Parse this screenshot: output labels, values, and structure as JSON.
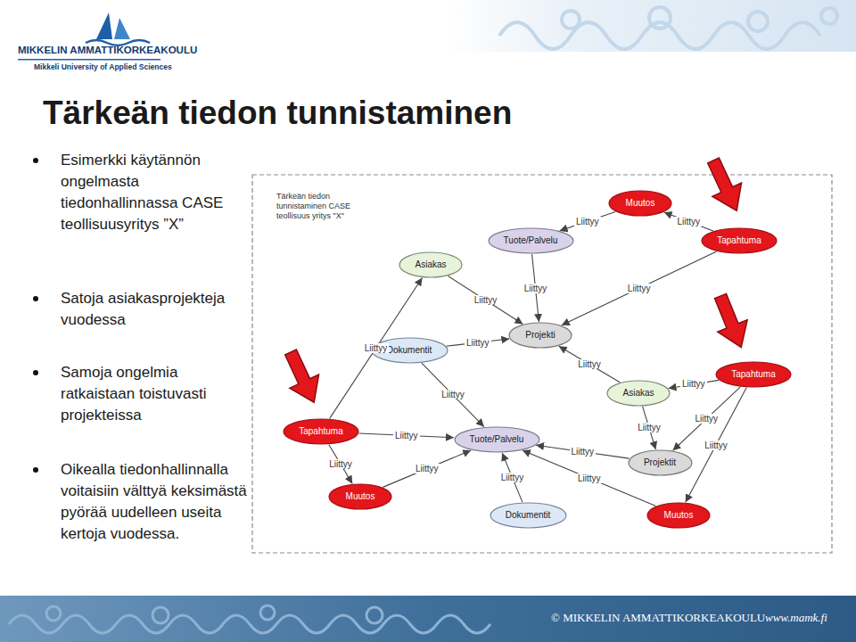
{
  "diagram": {
    "title": "Tärkeän tiedon tunnistaminen",
    "nodes": [
      {
        "text": [
          "Muutos"
        ]
      },
      {
        "text": [
          "Tapahtuma"
        ]
      },
      {
        "text": [
          "Tuote/Palvelu"
        ]
      },
      {
        "text": [
          "Asiakas"
        ]
      },
      {
        "text": [
          "Projekti"
        ]
      },
      {
        "text": [
          "Dokumentit"
        ]
      },
      {
        "text": [
          "Tapahtuma"
        ]
      },
      {
        "text": [
          "Asiakas"
        ]
      },
      {
        "text": [
          "Tapahtuma"
        ]
      },
      {
        "text": [
          "Tuote/Palvelu"
        ]
      },
      {
        "text": [
          "Projektit"
        ]
      },
      {
        "text": [
          "Muutos"
        ]
      },
      {
        "text": [
          "Dokumentit"
        ]
      },
      {
        "text": [
          "Muutos"
        ]
      }
    ],
    "edges": [
      {
        "from": 0,
        "to": 2,
        "label": "Liittyy",
        "arrow": "to"
      },
      {
        "from": 1,
        "to": 0,
        "label": "Liittyy",
        "arrow": "to"
      },
      {
        "from": 2,
        "to": 4,
        "label": "Liittyy",
        "arrow": "to"
      },
      {
        "from": 3,
        "to": 4,
        "label": "Liittyy",
        "arrow": "to"
      },
      {
        "from": 1,
        "to": 4,
        "label": "Liittyy",
        "arrow": "to"
      },
      {
        "from": 5,
        "to": 4,
        "label": "Liittyy",
        "arrow": "to"
      },
      {
        "from": 8,
        "to": 3,
        "label": "Liittyy",
        "arrow": "to"
      },
      {
        "from": 7,
        "to": 4,
        "label": "Liittyy",
        "arrow": "to"
      },
      {
        "from": 5,
        "to": 9,
        "label": "Liittyy",
        "arrow": "to"
      },
      {
        "from": 6,
        "to": 7,
        "label": "Liittyy",
        "arrow": "to"
      },
      {
        "from": 8,
        "to": 9,
        "label": "Liittyy",
        "arrow": "to"
      },
      {
        "from": 7,
        "to": 10,
        "label": "Liittyy",
        "arrow": "to"
      },
      {
        "from": 6,
        "to": 10,
        "label": "Liittyy",
        "arrow": "to"
      },
      {
        "from": 6,
        "to": 13,
        "label": "Liittyy",
        "arrow": "to"
      },
      {
        "from": 10,
        "to": 9,
        "label": "Liittyy",
        "arrow": "to"
      },
      {
        "from": 8,
        "to": 11,
        "label": "Liittyy",
        "arrow": "to"
      },
      {
        "from": 11,
        "to": 9,
        "label": "Liittyy",
        "arrow": "to"
      },
      {
        "from": 12,
        "to": 9,
        "label": "Liittyy",
        "arrow": "to"
      },
      {
        "from": 13,
        "to": 9,
        "label": "Liittyy",
        "arrow": "to"
      }
    ],
    "labels": [
      "MIKKELIN AMMATTIKORKEAKOULU",
      "Mikkeli University of Applied Sciences",
      "Esimerkki käytännön ongelmasta tiedonhallinnassa CASE teollisuusyritys ”X”",
      "Satoja asiakasprojekteja vuodessa",
      "Samoja ongelmia ratkaistaan toistuvasti projekteissa",
      "Oikealla tiedonhallinnalla voitaisiin välttyä keksimästä pyörää uudelleen useita kertoja vuodessa.",
      "Tärkeän tiedon tunnistaminen CASE teollisuus yritys \"X\"",
      "© MIKKELIN AMMATTIKORKEAKOULU",
      "www.mamk.fi"
    ]
  }
}
